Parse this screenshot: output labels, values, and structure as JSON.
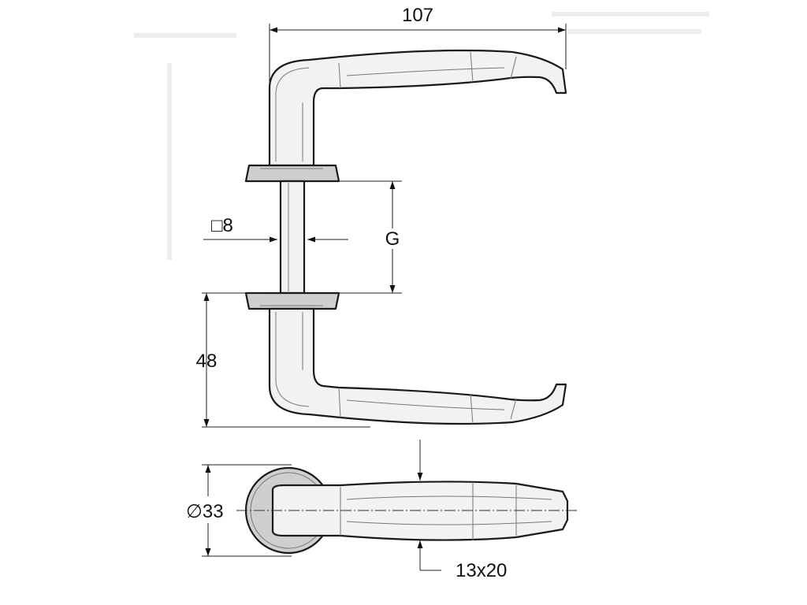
{
  "dimensions": {
    "overall_length": "107",
    "spindle_square": "□8",
    "door_thickness": "G",
    "lever_height": "48",
    "rose_diameter": "∅33",
    "grip_section": "13x20"
  }
}
